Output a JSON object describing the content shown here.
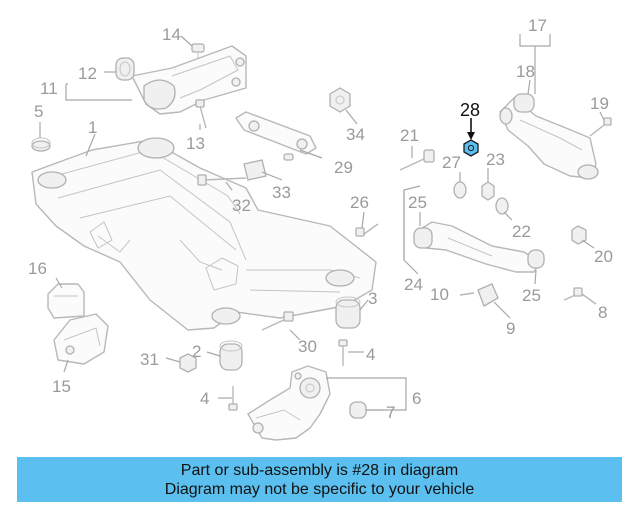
{
  "diagram": {
    "callouts": {
      "c1": "1",
      "c2": "2",
      "c3": "3",
      "c4a": "4",
      "c4b": "4",
      "c5": "5",
      "c6": "6",
      "c7": "7",
      "c8": "8",
      "c9": "9",
      "c10": "10",
      "c11": "11",
      "c12": "12",
      "c13": "13",
      "c14": "14",
      "c15": "15",
      "c16": "16",
      "c17": "17",
      "c18": "18",
      "c19": "19",
      "c20": "20",
      "c21": "21",
      "c22": "22",
      "c23": "23",
      "c24": "24",
      "c25a": "25",
      "c25b": "25",
      "c26": "26",
      "c27": "27",
      "c29": "29",
      "c30": "30",
      "c31": "31",
      "c32": "32",
      "c33": "33",
      "c34": "34"
    },
    "highlighted_callout": "28",
    "highlight_color": "#5bc0f0"
  },
  "caption": {
    "line1": "Part or sub-assembly is #28 in diagram",
    "line2": "Diagram may not be specific to your vehicle",
    "background": "#5bc0f0"
  }
}
